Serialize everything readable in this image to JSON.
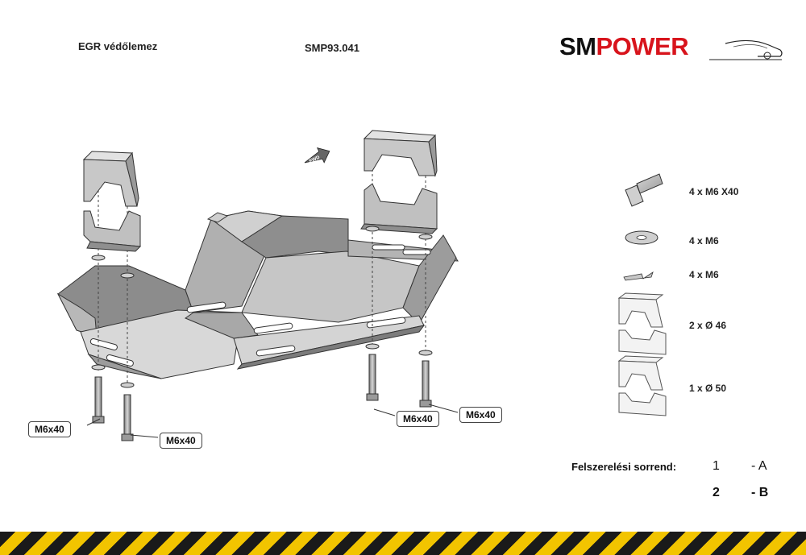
{
  "header": {
    "title": "EGR védőlemez",
    "part_number": "SMP93.041",
    "logo": {
      "first": "SM",
      "second": "POWER"
    }
  },
  "callouts": [
    "M6x40",
    "M6x40",
    "M6x40",
    "M6x40"
  ],
  "fwd_label": "FWD",
  "parts": [
    {
      "label": "4 x M6 X40",
      "icon": "bolt-icon"
    },
    {
      "label": "4 x M6",
      "icon": "washer-icon"
    },
    {
      "label": "4 x M6",
      "icon": "spring-washer-icon"
    },
    {
      "label": "2 x Ø 46",
      "icon": "clamp-46-icon"
    },
    {
      "label": "1 x Ø 50",
      "icon": "clamp-50-icon"
    }
  ],
  "sequence": {
    "label": "Felszerelési sorrend:",
    "steps": [
      {
        "num": "1",
        "code": "- A"
      },
      {
        "num": "2",
        "code": "- B"
      }
    ]
  },
  "colors": {
    "brand_red": "#d8141c",
    "stripe_yellow": "#f2c400",
    "stripe_black": "#1a1a1a"
  }
}
